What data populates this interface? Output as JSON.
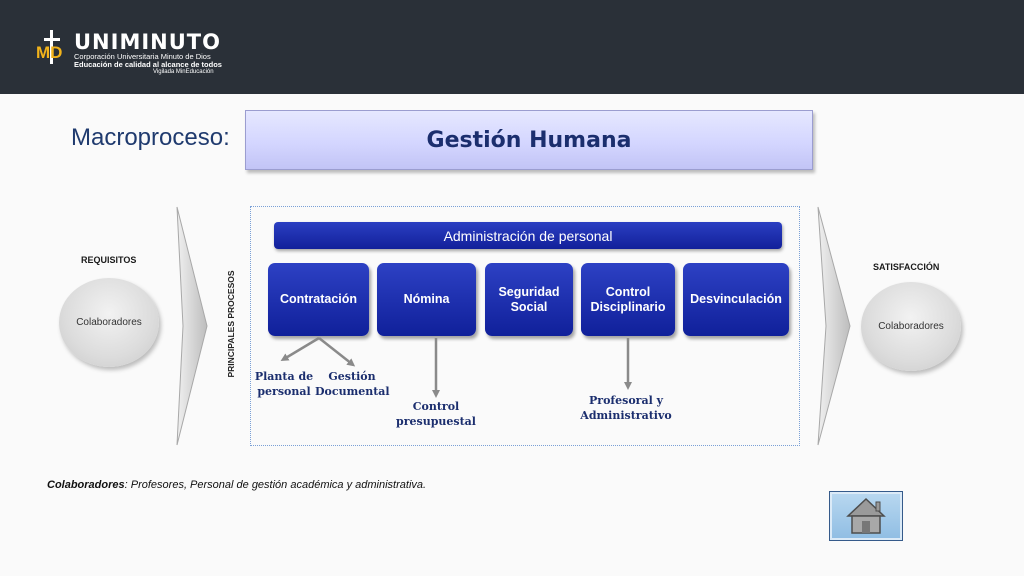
{
  "header": {
    "logo_name": "UNIMINUTO",
    "logo_line1": "Corporación Universitaria Minuto de Dios",
    "logo_line2": "Educación de calidad al alcance de todos",
    "logo_line3": "Vigilada MinEducación",
    "logo_mark": "MD"
  },
  "title": {
    "label": "Macroproceso:",
    "value": "Gestión Humana"
  },
  "left": {
    "heading": "REQUISITOS",
    "circle": "Colaboradores"
  },
  "right": {
    "heading": "SATISFACCIÓN",
    "circle": "Colaboradores"
  },
  "vertical_label": "PRINCIPALES PROCESOS",
  "admin_bar": "Administración de personal",
  "processes": [
    {
      "label": "Contratación"
    },
    {
      "label": "Nómina"
    },
    {
      "label": "Seguridad\nSocial"
    },
    {
      "label": "Control\nDisciplinario"
    },
    {
      "label": "Desvinculación"
    }
  ],
  "sub_processes": {
    "planta": "Planta de\npersonal",
    "gestion": "Gestión\nDocumental",
    "control": "Control\npresupuestal",
    "profesoral": "Profesoral y\nAdministrativo"
  },
  "footnote": {
    "term": "Colaboradores",
    "text": ": Profesores, Personal de gestión académica y administrativa."
  },
  "colors": {
    "header_bg": "#2a3038",
    "process_blue": "#1a2bb0",
    "title_text": "#1b2e6e",
    "logo_accent": "#f2b31b"
  },
  "icons": {
    "home_button": "home-icon"
  }
}
